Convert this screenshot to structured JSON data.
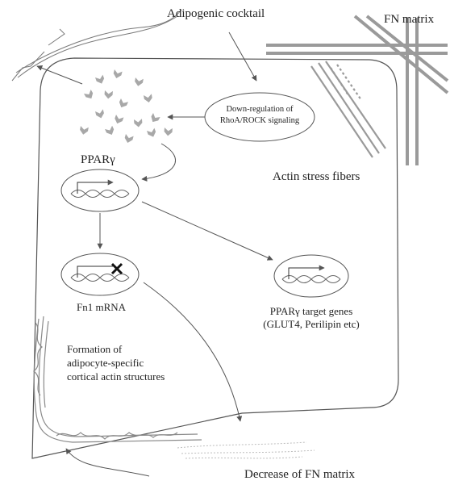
{
  "labels": {
    "cocktail": "Adipogenic cocktail",
    "fn_matrix": "FN matrix",
    "down_regulation_line1": "Down-regulation of",
    "down_regulation_line2": "RhoA/ROCK signaling",
    "actin_stress_fibers": "Actin stress fibers",
    "ppar": "PPARγ",
    "fn1_mrna": "Fn1 mRNA",
    "target_genes_line1": "PPARγ target genes",
    "target_genes_line2": "(GLUT4, Perilipin  etc)",
    "formation_line1": "Formation of",
    "formation_line2": "adipocyte-specific",
    "formation_line3": "cortical actin structures",
    "decrease_fn": "Decrease of FN matrix"
  },
  "colors": {
    "line": "#555555",
    "fiber": "#9a9a9a",
    "fiber_light": "#bdbdbd",
    "text": "#222222"
  }
}
